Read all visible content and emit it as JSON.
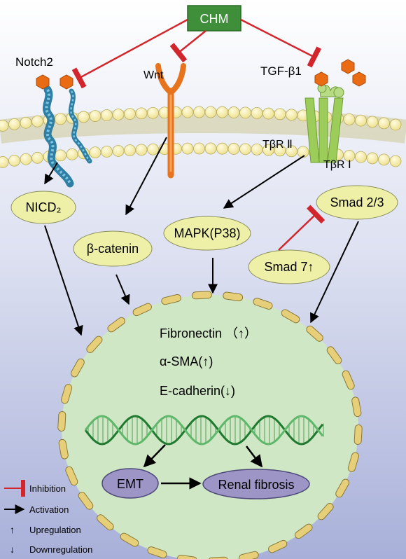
{
  "regulator": {
    "label": "CHM"
  },
  "membrane": {
    "receptors": {
      "notch2": "Notch2",
      "wnt": "Wnt",
      "tgf_beta1": "TGF-β1",
      "tgfbr2": "TβR Ⅱ",
      "tgfbr1": "TβR Ⅰ"
    }
  },
  "mediators": {
    "nicd2": "NICD₂",
    "beta_catenin": "β-catenin",
    "mapk": "MAPK(P38)",
    "smad23": "Smad 2/3",
    "smad7": "Smad 7↑"
  },
  "nucleus": {
    "markers": [
      "Fibronectin （↑）",
      "α-SMA(↑)",
      "E-cadherin(↓)"
    ],
    "emt": "EMT",
    "renal_fibrosis": "Renal fibrosis"
  },
  "legend": {
    "items": [
      {
        "symbol": "",
        "label": "Inhibition"
      },
      {
        "symbol": "",
        "label": "Activation"
      },
      {
        "symbol": "↑",
        "label": "Upregulation"
      },
      {
        "symbol": "↓",
        "label": "Downregulation"
      }
    ]
  },
  "colors": {
    "inhibition": "#d3262c",
    "activation": "#000000",
    "chm_box": "#3f8f3a",
    "mediator_fill": "#eef0a8",
    "nucleus_fill": "#cfe7c4",
    "nuclear_pore": "#e7cf7a",
    "receptor_blue": "#4aa0c8",
    "wnt_orange": "#e8731d",
    "tgf_green": "#9ccd5b",
    "ligand_orange": "#e96c15",
    "emt_fill": "#9c95c6"
  }
}
